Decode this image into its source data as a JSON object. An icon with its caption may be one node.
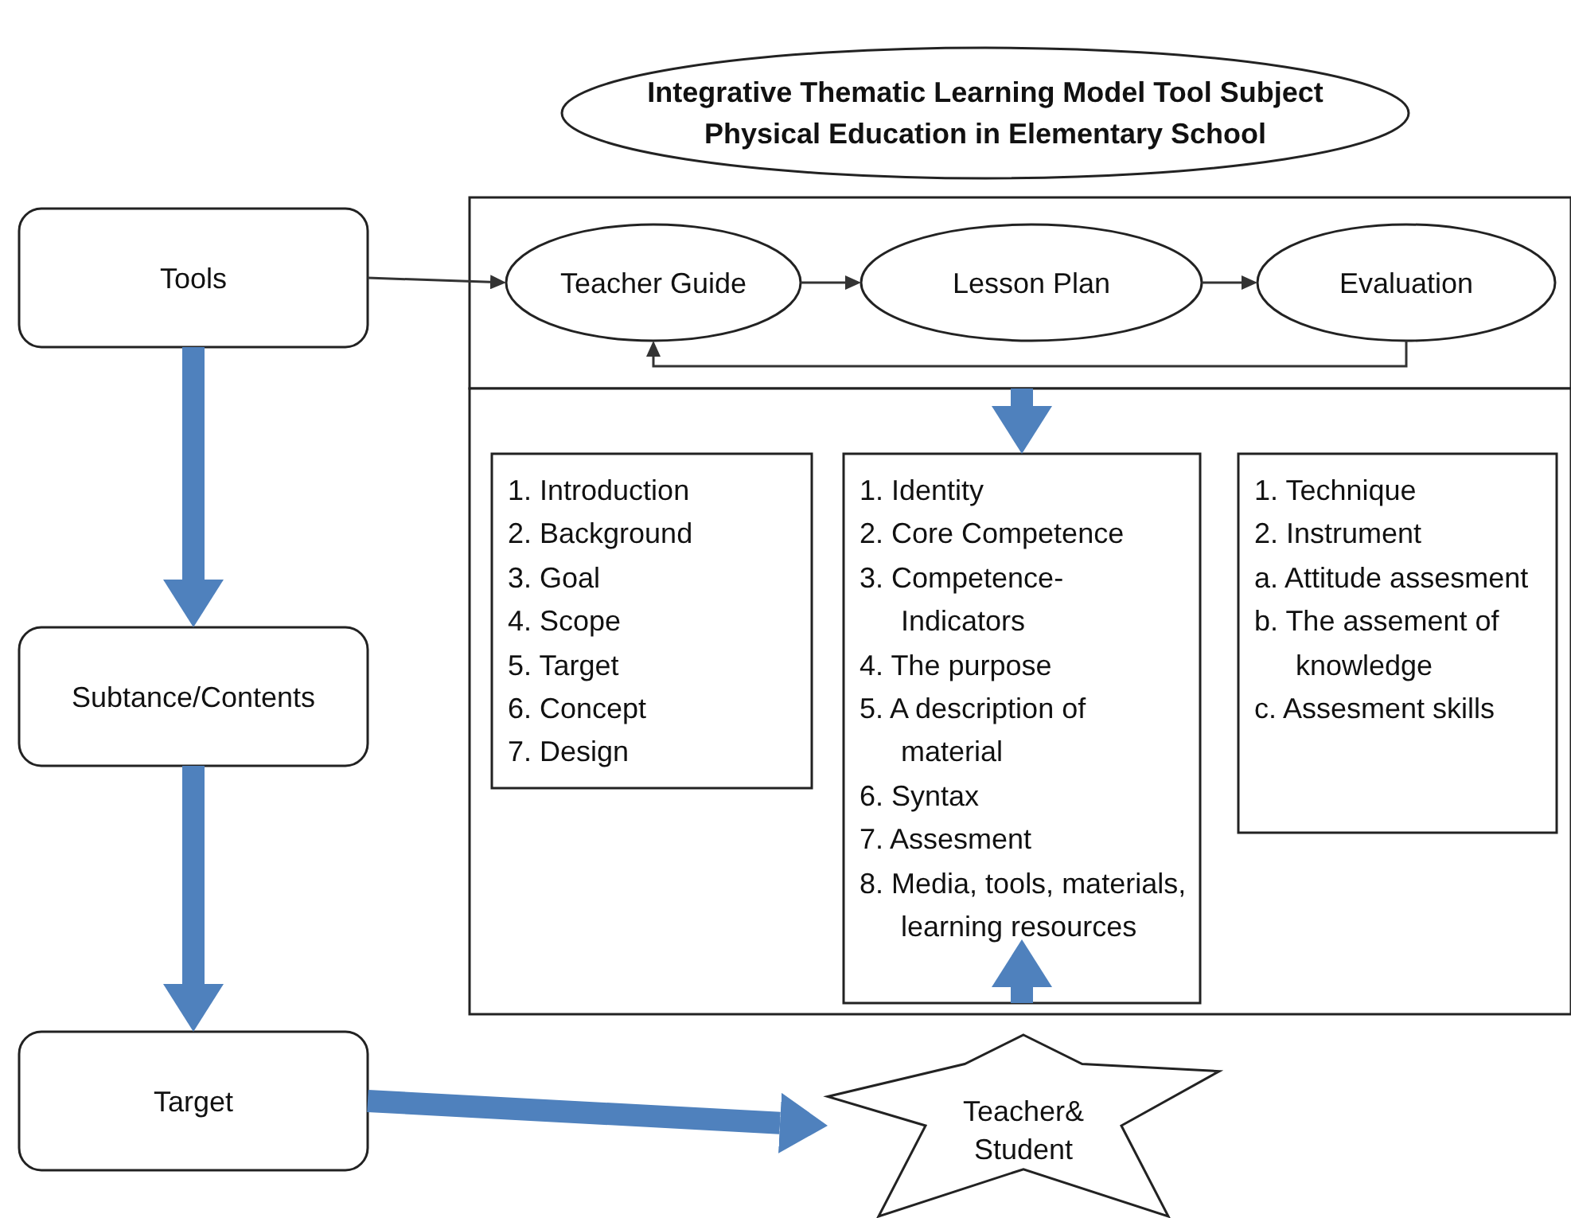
{
  "diagram": {
    "nodes": [
      {
        "text": [
          "Integrative Thematic Learning Model Tool Subject Physical Education in Elementary School"
        ]
      },
      {
        "text": [
          "Tools"
        ]
      },
      {
        "text": [],
        "shape": "box"
      },
      {
        "text": [
          "Teacher Guide"
        ],
        "in": 2
      },
      {
        "text": [
          "Lesson Plan"
        ],
        "in": 2
      },
      {
        "text": [
          "Evaluation"
        ],
        "in": 2
      },
      {
        "text": [],
        "shape": "box"
      },
      {
        "text": [
          "1. Introduction",
          "2. Background",
          "3. Goal",
          "4. Scope",
          "5. Target",
          "6. Concept",
          "7. Design"
        ],
        "in": 6
      },
      {
        "text": [
          "1. Identity",
          "2. Core Competence",
          "3. Competence- Indicators",
          "4. The purpose",
          "5. A description of material",
          "6. Syntax",
          "7. Assesment",
          "8. Media, tools, materials, learning resources"
        ],
        "in": 6
      },
      {
        "text": [
          "1. Technique",
          "2. Instrument",
          "a. Attitude assesment",
          "b. The assement of knowledge",
          "c. Assesment skills"
        ],
        "in": 6
      },
      {
        "text": [
          "Subtance/Contents"
        ]
      },
      {
        "text": [
          "Target"
        ]
      },
      {
        "text": [
          "Teacher& Student"
        ]
      }
    ],
    "edges": [
      {
        "from": 1,
        "to": 3,
        "arrow": "to",
        "color": "#333333"
      },
      {
        "from": 3,
        "to": 4,
        "arrow": "to",
        "color": "#333333"
      },
      {
        "from": 4,
        "to": 5,
        "arrow": "to",
        "color": "#333333"
      },
      {
        "from": 5,
        "to": 3,
        "arrow": "to",
        "color": "#333333"
      },
      {
        "from": 2,
        "to": 8,
        "arrow": "to"
      },
      {
        "from": 8,
        "to": 12,
        "arrow": "to"
      },
      {
        "from": 1,
        "to": 10,
        "arrow": "to"
      },
      {
        "from": 10,
        "to": 11,
        "arrow": "to"
      },
      {
        "from": 11,
        "to": 12,
        "arrow": "to"
      }
    ]
  }
}
